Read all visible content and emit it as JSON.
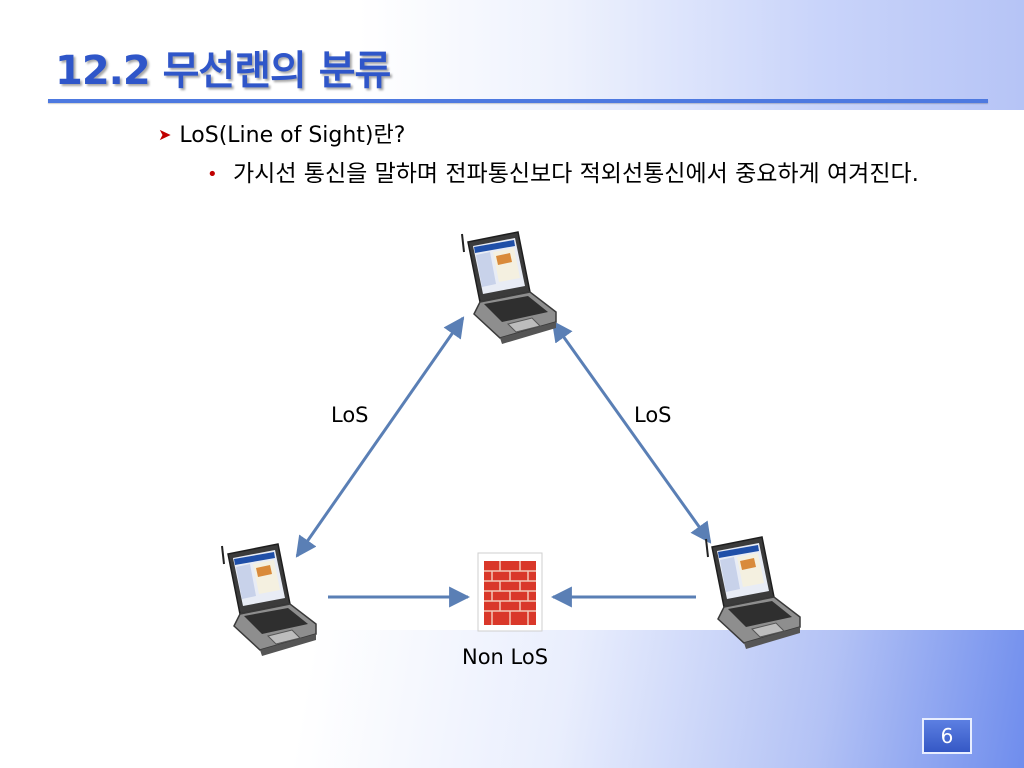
{
  "slide": {
    "title": "12.2 무선랜의 분류",
    "bullet_level1": "LoS(Line of Sight)란?",
    "bullet_level2": "가시선 통신을 말하며 전파통신보다 적외선통신에서 중요하게 여겨진다.",
    "page_number": "6"
  },
  "diagram": {
    "nodes": [
      {
        "id": "laptop-top",
        "icon": "laptop-icon"
      },
      {
        "id": "laptop-left",
        "icon": "laptop-icon"
      },
      {
        "id": "laptop-right",
        "icon": "laptop-icon"
      },
      {
        "id": "firewall",
        "icon": "brick-wall-icon"
      }
    ],
    "edges": [
      {
        "from": "laptop-left",
        "to": "laptop-top",
        "label": "LoS",
        "style": "bidirectional"
      },
      {
        "from": "laptop-right",
        "to": "laptop-top",
        "label": "LoS",
        "style": "bidirectional"
      },
      {
        "from": "laptop-left",
        "to": "firewall",
        "label": "",
        "style": "arrow"
      },
      {
        "from": "laptop-right",
        "to": "firewall",
        "label": "",
        "style": "arrow"
      }
    ],
    "labels": {
      "left_edge": "LoS",
      "right_edge": "LoS",
      "bottom": "Non LoS"
    },
    "colors": {
      "arrow": "#5a7fb5",
      "title": "#2f56c9",
      "brick": "#d9382a"
    }
  }
}
